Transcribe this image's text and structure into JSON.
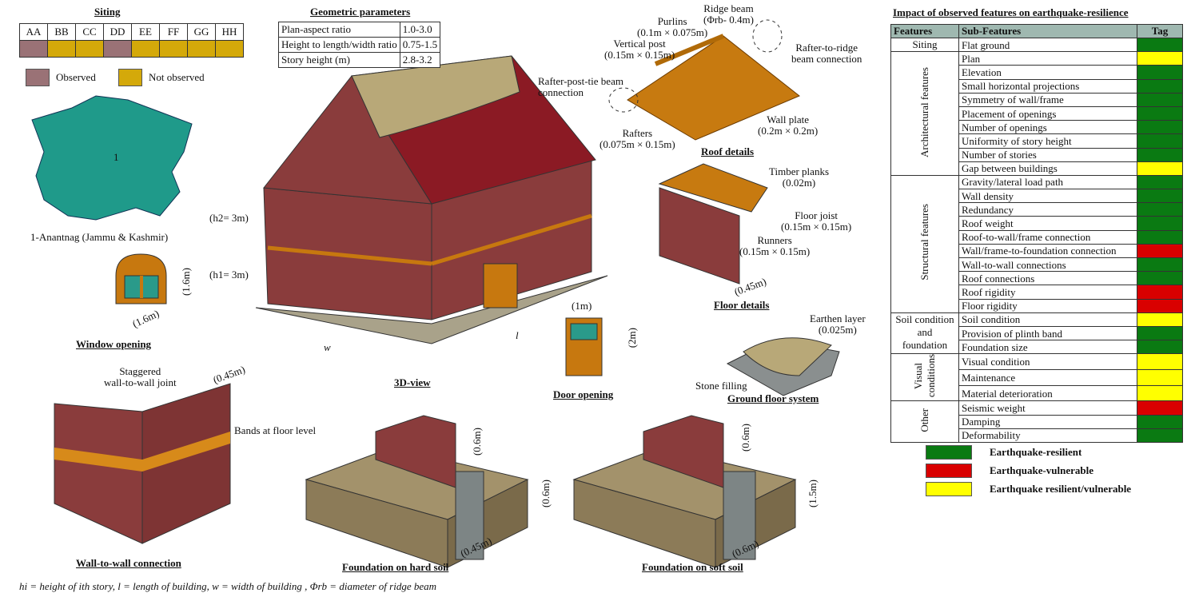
{
  "siting": {
    "title": "Siting",
    "sites": [
      "AA",
      "BB",
      "CC",
      "DD",
      "EE",
      "FF",
      "GG",
      "HH"
    ],
    "status": [
      "observed",
      "not",
      "not",
      "observed",
      "not",
      "not",
      "not",
      "not"
    ],
    "legend_observed": "Observed",
    "legend_not": "Not observed",
    "colors": {
      "observed": "#9a7276",
      "not": "#d4a90a"
    }
  },
  "geometric": {
    "title": "Geometric parameters",
    "rows": [
      [
        "Plan-aspect ratio",
        "1.0-3.0"
      ],
      [
        "Height to length/width ratio",
        "0.75-1.5"
      ],
      [
        "Story height (m)",
        "2.8-3.2"
      ]
    ]
  },
  "map": {
    "number": "1",
    "caption": "1-Anantnag (Jammu & Kashmir)"
  },
  "window": {
    "height": "(1.6m)",
    "width": "(1.6m)",
    "caption": "Window opening"
  },
  "house": {
    "h2": "(h2= 3m)",
    "h1": "(h1= 3m)",
    "w": "w",
    "l": "l",
    "caption": "3D-view"
  },
  "door": {
    "width": "(1m)",
    "height": "(2m)",
    "caption": "Door opening"
  },
  "roof": {
    "ridge": "Ridge beam",
    "ridge_dim": "(Φrb- 0.4m)",
    "purlins": "Purlins",
    "purlins_dim": "(0.1m × 0.075m)",
    "post": "Vertical post",
    "post_dim": "(0.15m × 0.15m)",
    "rafter_ridge": "Rafter-to-ridge",
    "rafter_ridge2": "beam connection",
    "rafter_post": "Rafter-post-tie beam",
    "rafter_post2": "connection",
    "wall_plate": "Wall plate",
    "wall_plate_dim": "(0.2m × 0.2m)",
    "rafters": "Rafters",
    "rafters_dim": "(0.075m × 0.15m)",
    "caption": "Roof details"
  },
  "floor": {
    "planks": "Timber planks",
    "planks_dim": "(0.02m)",
    "joist": "Floor joist",
    "joist_dim": "(0.15m × 0.15m)",
    "runners": "Runners",
    "runners_dim": "(0.15m × 0.15m)",
    "thick": "(0.45m)",
    "caption": "Floor details"
  },
  "ground": {
    "earthen": "Earthen layer",
    "earthen_dim": "(0.025m)",
    "stone": "Stone filling",
    "caption": "Ground floor system"
  },
  "wall": {
    "joint": "Staggered",
    "joint2": "wall-to-wall joint",
    "thick": "(0.45m)",
    "bands": "Bands at floor level",
    "caption": "Wall-to-wall connection"
  },
  "hard": {
    "plinth": "(0.6m)",
    "depth": "(0.6m)",
    "width": "(0.45m)",
    "caption": "Foundation on hard soil"
  },
  "soft": {
    "plinth": "(0.6m)",
    "depth": "(1.5m)",
    "width": "(0.6m)",
    "caption": "Foundation on soft soil"
  },
  "footnote": "hi = height of ith story, l = length of building,  w = width of building , Φrb = diameter of ridge beam",
  "impact": {
    "title": "Impact of observed features on earthquake-resilience",
    "headers": [
      "Features",
      "Sub-Features",
      "Tag"
    ],
    "groups": [
      {
        "name": "Siting",
        "vertical": false,
        "rows": [
          [
            "Flat ground",
            "g"
          ]
        ]
      },
      {
        "name": "Architectural features",
        "vertical": true,
        "rows": [
          [
            "Plan",
            "y"
          ],
          [
            "Elevation",
            "g"
          ],
          [
            "Small horizontal projections",
            "g"
          ],
          [
            "Symmetry of wall/frame",
            "g"
          ],
          [
            "Placement of openings",
            "g"
          ],
          [
            "Number of openings",
            "g"
          ],
          [
            "Uniformity of story height",
            "g"
          ],
          [
            "Number of stories",
            "g"
          ],
          [
            "Gap between buildings",
            "y"
          ]
        ]
      },
      {
        "name": "Structural features",
        "vertical": true,
        "rows": [
          [
            "Gravity/lateral load path",
            "g"
          ],
          [
            "Wall density",
            "g"
          ],
          [
            "Redundancy",
            "g"
          ],
          [
            "Roof weight",
            "g"
          ],
          [
            "Roof-to-wall/frame connection",
            "g"
          ],
          [
            "Wall/frame-to-foundation connection",
            "r"
          ],
          [
            "Wall-to-wall connections",
            "g"
          ],
          [
            "Roof connections",
            "g"
          ],
          [
            "Roof rigidity",
            "r"
          ],
          [
            "Floor rigidity",
            "r"
          ]
        ]
      },
      {
        "name": "Soil condition and foundation",
        "vertical": false,
        "rows": [
          [
            "Soil condition",
            "y"
          ],
          [
            "Provision of plinth band",
            "g"
          ],
          [
            "Foundation size",
            "g"
          ]
        ]
      },
      {
        "name": "Visual conditions",
        "vertical": true,
        "rows": [
          [
            "Visual condition",
            "y"
          ],
          [
            "Maintenance",
            "y"
          ],
          [
            "Material deterioration",
            "y"
          ]
        ]
      },
      {
        "name": "Other",
        "vertical": true,
        "rows": [
          [
            "Seismic weight",
            "r"
          ],
          [
            "Damping",
            "g"
          ],
          [
            "Deformability",
            "g"
          ]
        ]
      }
    ],
    "colors": {
      "g": "#0a7a12",
      "r": "#d90000",
      "y": "#ffff00"
    },
    "legend": [
      {
        "tag": "g",
        "label": "Earthquake-resilient"
      },
      {
        "tag": "r",
        "label": "Earthquake-vulnerable"
      },
      {
        "tag": "y",
        "label": "Earthquake resilient/vulnerable"
      }
    ]
  }
}
